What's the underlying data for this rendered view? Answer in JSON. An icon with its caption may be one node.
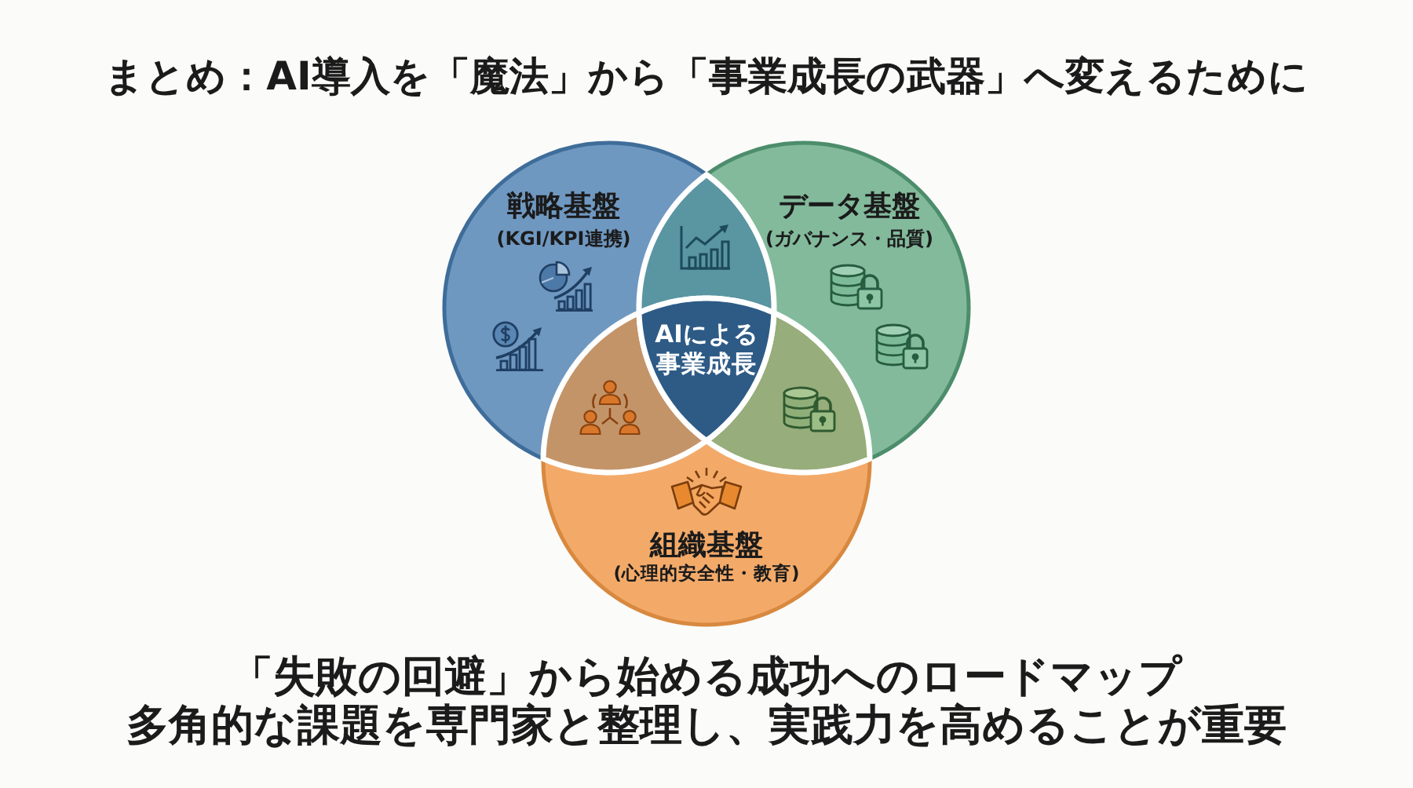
{
  "diagram": {
    "title": "まとめ：AI導入を「魔法」から「事業成長の武器」へ変えるために",
    "nodes": [
      {
        "text": [
          "戦略基盤",
          "(KGI/KPI連携)"
        ]
      },
      {
        "text": [
          "データ基盤",
          "(ガバナンス・品質)"
        ]
      },
      {
        "text": [
          "AIによる事業成長"
        ]
      },
      {
        "text": [
          "組織基盤",
          "(心理的安全性・教育)"
        ]
      }
    ],
    "labels": [
      "「失敗の回避」から始める成功へのロードマップ",
      "多角的な課題を専門家と整理し、実践力を高めることが重要"
    ]
  }
}
